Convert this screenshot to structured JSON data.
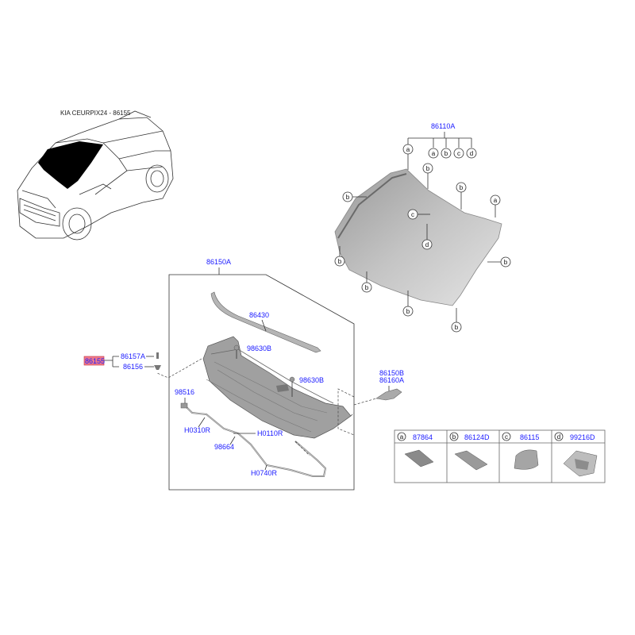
{
  "vehicle_caption": "KIA CEURPIX24 - 86155",
  "windshield": {
    "part_number": "86110A",
    "callouts": [
      "a",
      "b",
      "b",
      "b",
      "a",
      "b",
      "b",
      "b",
      "b",
      "b",
      "c",
      "d",
      "a",
      "b",
      "c",
      "d"
    ]
  },
  "cowl": {
    "group_number": "86150A",
    "parts": {
      "moulding": "86430",
      "clip_left": "98630B",
      "clip_right": "98630B",
      "side_cover": "86150B",
      "side_cover_2": "86160A",
      "nozzle": "98516",
      "hose_1": "H0310R",
      "hose_2": "H0110R",
      "hose_3": "98664",
      "hose_4": "H0740R"
    }
  },
  "highlight_part": "86155",
  "fastener_parts": {
    "screw": "86157A",
    "clip": "86156"
  },
  "legend": [
    {
      "letter": "a",
      "part": "87864"
    },
    {
      "letter": "b",
      "part": "86124D"
    },
    {
      "letter": "c",
      "part": "86115"
    },
    {
      "letter": "d",
      "part": "99216D"
    }
  ],
  "colors": {
    "label": "#1a1aff",
    "highlight": "#f07a8a"
  }
}
